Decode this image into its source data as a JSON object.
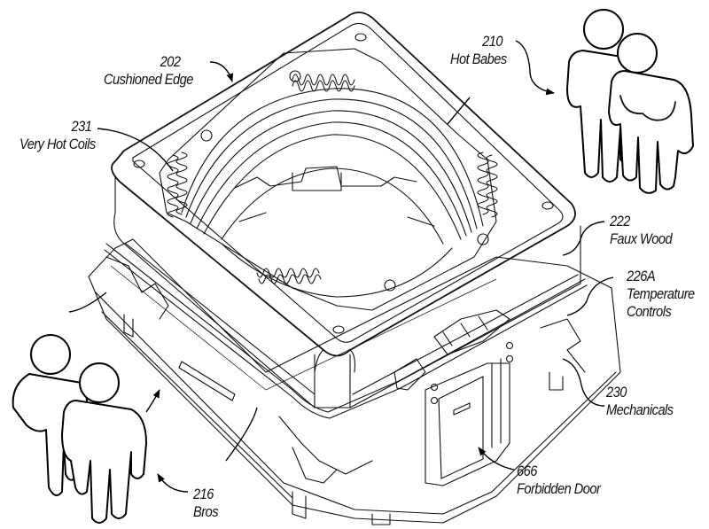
{
  "figure": {
    "title": "Patent-style isometric line drawing of square device assembly",
    "callouts": [
      {
        "id": "202",
        "number": "202",
        "name": "Cushioned Edge"
      },
      {
        "id": "231",
        "number": "231",
        "name": "Very Hot Coils"
      },
      {
        "id": "210",
        "number": "210",
        "name": "Hot Babes"
      },
      {
        "id": "222",
        "number": "222",
        "name": "Faux Wood"
      },
      {
        "id": "226A",
        "number": "226A",
        "name": "Temperature",
        "name2": "Controls"
      },
      {
        "id": "230",
        "number": "230",
        "name": "Mechanicals"
      },
      {
        "id": "666",
        "number": "666",
        "name": "Forbidden Door"
      },
      {
        "id": "216",
        "number": "216",
        "name": "Bros"
      }
    ],
    "figures": [
      {
        "name": "person-pair-top-right",
        "icon": "two-people-icon"
      },
      {
        "name": "person-pair-bottom-left",
        "icon": "two-people-icon"
      }
    ],
    "colors": {
      "ink": "#111111",
      "paper": "#ffffff"
    }
  }
}
